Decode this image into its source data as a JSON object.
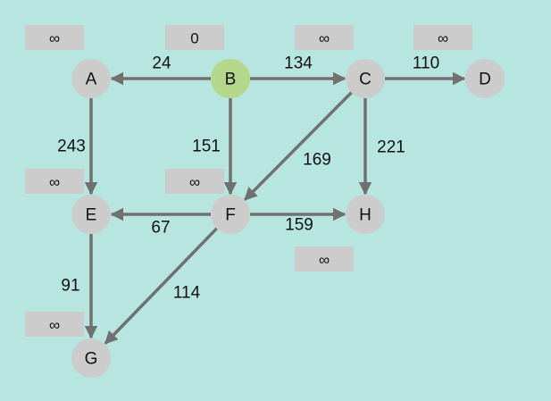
{
  "source_node": "B",
  "colors": {
    "background": "#b7e5e0",
    "node": "#cccccc",
    "source_node": "#b5d78b",
    "edge": "#707070",
    "distance_box": "#cccccc"
  },
  "nodes": [
    {
      "id": "A",
      "label": "A",
      "distance": "∞"
    },
    {
      "id": "B",
      "label": "B",
      "distance": "0"
    },
    {
      "id": "C",
      "label": "C",
      "distance": "∞"
    },
    {
      "id": "D",
      "label": "D",
      "distance": "∞"
    },
    {
      "id": "E",
      "label": "E",
      "distance": "∞"
    },
    {
      "id": "F",
      "label": "F",
      "distance": "∞"
    },
    {
      "id": "G",
      "label": "G",
      "distance": "∞"
    },
    {
      "id": "H",
      "label": "H",
      "distance": "∞"
    }
  ],
  "edges": [
    {
      "from": "B",
      "to": "A",
      "weight": "24"
    },
    {
      "from": "B",
      "to": "C",
      "weight": "134"
    },
    {
      "from": "C",
      "to": "D",
      "weight": "110"
    },
    {
      "from": "A",
      "to": "E",
      "weight": "243"
    },
    {
      "from": "B",
      "to": "F",
      "weight": "151"
    },
    {
      "from": "C",
      "to": "F",
      "weight": "169"
    },
    {
      "from": "C",
      "to": "H",
      "weight": "221"
    },
    {
      "from": "F",
      "to": "E",
      "weight": "67"
    },
    {
      "from": "F",
      "to": "H",
      "weight": "159"
    },
    {
      "from": "E",
      "to": "G",
      "weight": "91"
    },
    {
      "from": "F",
      "to": "G",
      "weight": "114"
    }
  ]
}
